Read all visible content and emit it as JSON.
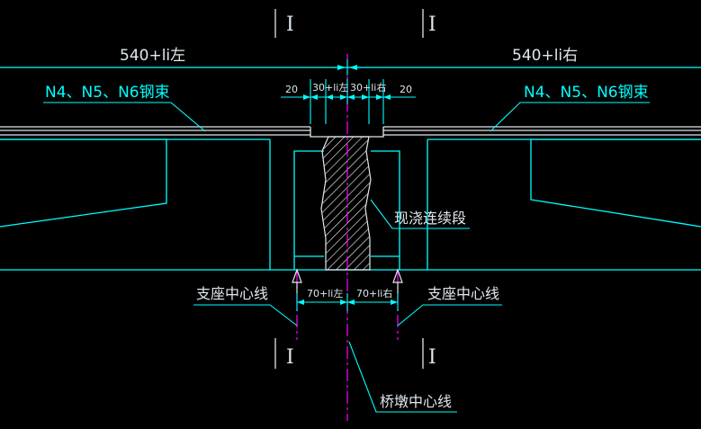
{
  "colors": {
    "background": "#000000",
    "outline": "#00ffff",
    "structure": "#dfe8ee",
    "annotation": "#00ffff",
    "centerline": "#ff00ff",
    "hatch": "#ffffff"
  },
  "section_marks": {
    "top_left": "I",
    "top_right": "I",
    "bottom_left": "I",
    "bottom_right": "I"
  },
  "dimensions": {
    "overall_left": "540+li左",
    "overall_right": "540+li右",
    "cast_left_margin": "20",
    "cast_left_half": "30+li左",
    "cast_right_half": "30+li右",
    "cast_right_margin": "20",
    "bearing_left": "70+li左",
    "bearing_right": "70+li右"
  },
  "labels": {
    "tendon_left": "N4、N5、N6钢束",
    "tendon_right": "N4、N5、N6钢束",
    "cast_in_place": "现浇连续段",
    "bearing_center_left": "支座中心线",
    "bearing_center_right": "支座中心线",
    "pier_center": "桥墩中心线"
  }
}
